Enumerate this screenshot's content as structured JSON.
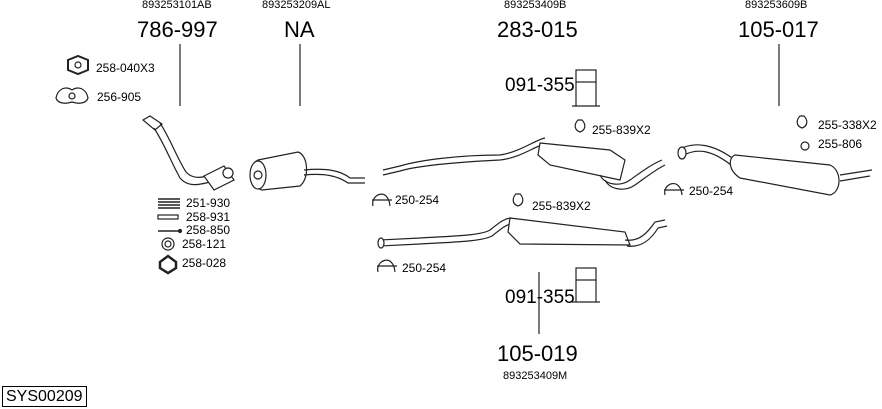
{
  "assemblies": [
    {
      "id": "front_pipe",
      "oe_number": "893253101AB",
      "part_number": "786-997"
    },
    {
      "id": "catalyst",
      "oe_number": "893253209AL",
      "part_number": "NA"
    },
    {
      "id": "centre_silencer",
      "oe_number": "893253409B",
      "part_number": "283-015"
    },
    {
      "id": "rear_silencer",
      "oe_number": "893253609B",
      "part_number": "105-017"
    },
    {
      "id": "alt_centre_silencer",
      "oe_number": "893253409M",
      "part_number": "105-019"
    }
  ],
  "parts": {
    "p258_040x3": "258-040X3",
    "p256_905": "256-905",
    "p251_930": "251-930",
    "p258_931": "258-931",
    "p258_850": "258-850",
    "p258_121": "258-121",
    "p258_028": "258-028",
    "p091_355_top": "091-355",
    "p091_355_bottom": "091-355",
    "p255_839x2_top": "255-839X2",
    "p255_839x2_mid": "255-839X2",
    "p250_254_a": "250-254",
    "p250_254_b": "250-254",
    "p250_254_c": "250-254",
    "p255_338x2": "255-338X2",
    "p255_806": "255-806"
  },
  "system_code": "SYS00209"
}
